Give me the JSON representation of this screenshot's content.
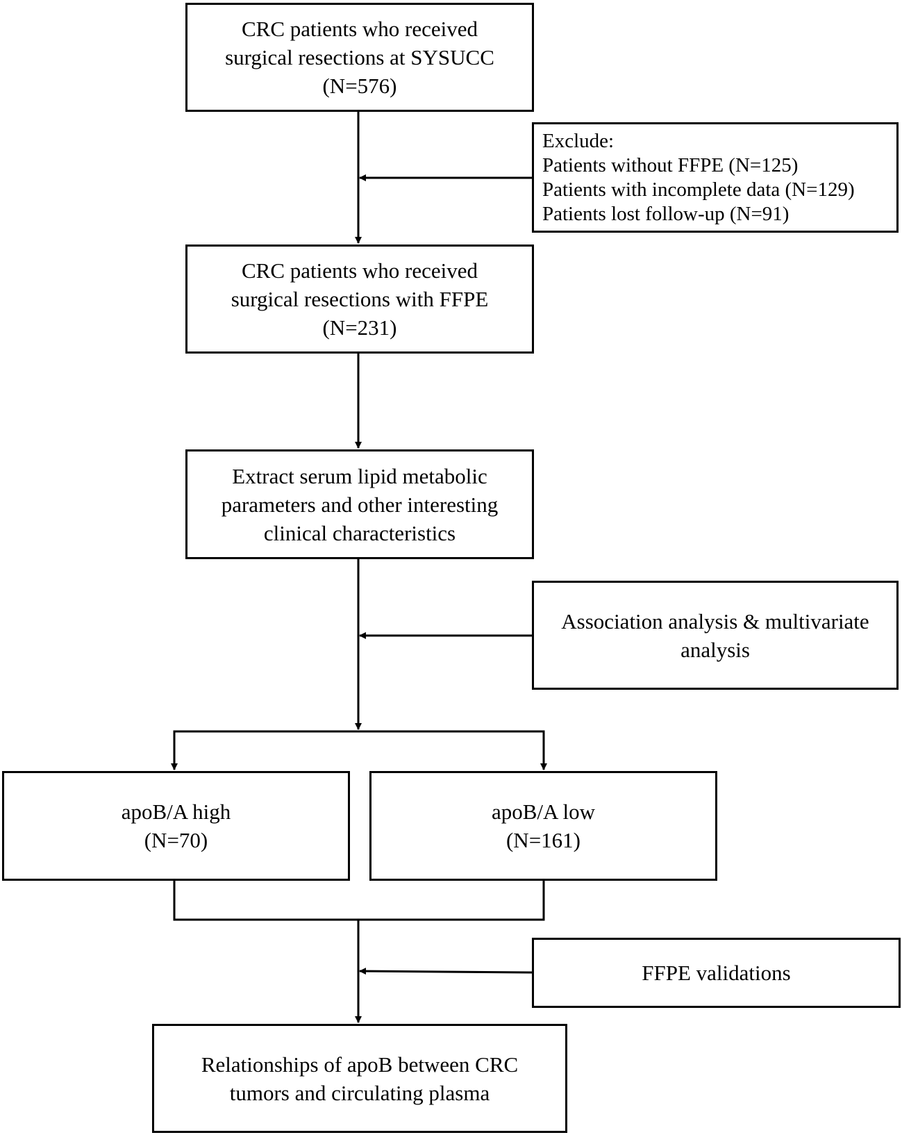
{
  "boxes": {
    "initial_cohort": {
      "lines": [
        "CRC patients who received",
        "surgical resections at SYSUCC",
        "(N=576)"
      ]
    },
    "exclusion": {
      "lines": [
        "Exclude:",
        "Patients without FFPE (N=125)",
        "Patients with incomplete data (N=129)",
        "Patients lost follow-up (N=91)"
      ]
    },
    "ffpe_cohort": {
      "lines": [
        "CRC patients who received",
        "surgical resections with FFPE",
        "(N=231)"
      ]
    },
    "extract": {
      "lines": [
        "Extract serum lipid metabolic",
        "parameters and other interesting",
        "clinical characteristics"
      ]
    },
    "analysis": {
      "lines": [
        "Association analysis & multivariate",
        "analysis"
      ]
    },
    "apob_high": {
      "lines": [
        "apoB/A high",
        "(N=70)"
      ]
    },
    "apob_low": {
      "lines": [
        "apoB/A low",
        "(N=161)"
      ]
    },
    "validation": {
      "lines": [
        "FFPE validations"
      ]
    },
    "relationships": {
      "lines": [
        "Relationships of apoB between CRC",
        "tumors and circulating plasma"
      ]
    }
  }
}
